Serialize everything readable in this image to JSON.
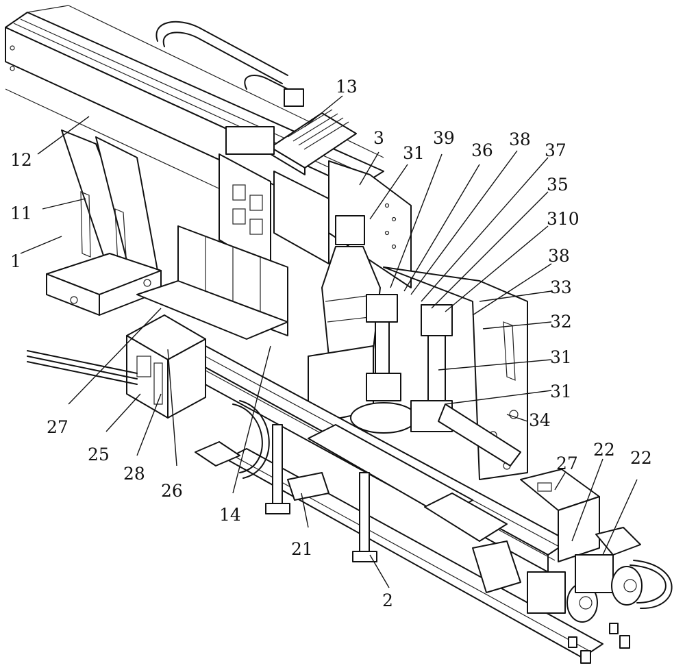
{
  "labels": {
    "l13": "13",
    "l3": "3",
    "l31a": "31",
    "l39": "39",
    "l36": "36",
    "l38a": "38",
    "l37": "37",
    "l35": "35",
    "l310": "310",
    "l38b": "38",
    "l33": "33",
    "l32": "32",
    "l31b": "31",
    "l31c": "31",
    "l34": "34",
    "l12": "12",
    "l11": "11",
    "l1": "1",
    "l27a": "27",
    "l25": "25",
    "l28": "28",
    "l26": "26",
    "l14": "14",
    "l21": "21",
    "l2": "2",
    "l27b": "27",
    "l22a": "22",
    "l22b": "22"
  }
}
